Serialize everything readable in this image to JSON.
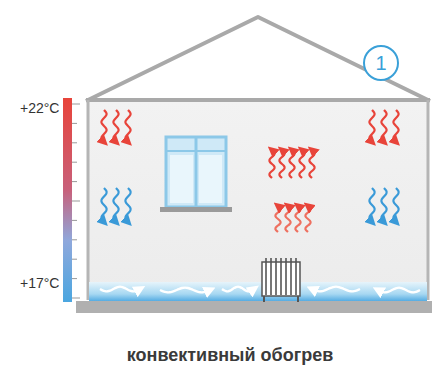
{
  "diagram": {
    "caption": "конвективный обогрев",
    "nodes": [
      {
        "text": [
          "1"
        ]
      }
    ],
    "labels": [
      "+22°C",
      "+17°C"
    ]
  }
}
